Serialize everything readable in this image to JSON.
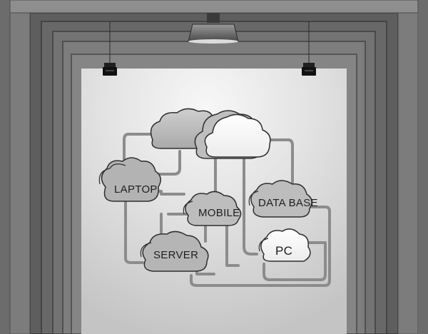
{
  "scene": {
    "description_labels": {
      "laptop": "LAPTOP",
      "mobile": "MOBILE",
      "database": "DATA BASE",
      "server": "SERVER",
      "pc": "PC"
    },
    "colors": {
      "wall": "#5f5f5f",
      "frame": "#7b7b7b",
      "board": "#d8d8d8",
      "spotlight": "#f6f6f6",
      "cloud_fill": "#b9b9b9",
      "cloud_stroke": "#2e2e2e",
      "connector": "#8a8a8a"
    },
    "icons": [
      "ceiling-lamp-icon",
      "binder-clip-icon"
    ]
  }
}
